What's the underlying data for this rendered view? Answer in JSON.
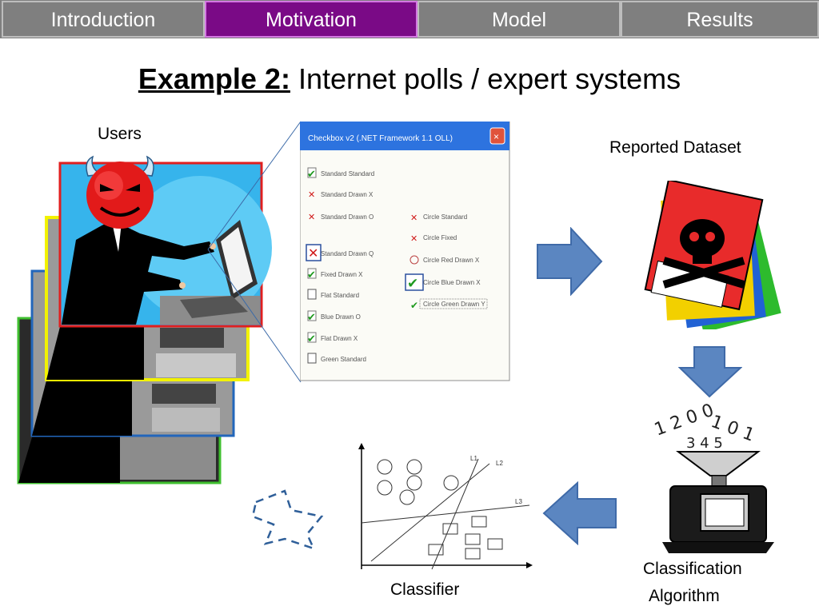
{
  "nav": {
    "tabs": [
      {
        "label": "Introduction",
        "active": false
      },
      {
        "label": "Motivation",
        "active": true
      },
      {
        "label": "Model",
        "active": false
      },
      {
        "label": "Results",
        "active": false
      }
    ],
    "active_color": "#7a0a86"
  },
  "slide": {
    "title_bold": "Example 2:",
    "title_rest": " Internet polls / expert systems"
  },
  "labels": {
    "users": "Users",
    "reported_dataset": "Reported Dataset",
    "classification_line1": "Classification",
    "classification_line2": "Algorithm",
    "classifier": "Classifier"
  },
  "checkbox_window": {
    "title": "Checkbox v2 (.NET Framework 1.1 OLL)",
    "left_items": [
      "Standard Standard",
      "Standard Drawn X",
      "Standard Drawn O",
      "Standard Drawn Q",
      "Fixed Drawn X",
      "Flat Standard",
      "Blue Drawn O",
      "Flat Drawn X",
      "Green Standard"
    ],
    "right_items": [
      "Circle Standard",
      "Circle Fixed",
      "Circle Red Drawn X",
      "Circle Blue Drawn X",
      "Circle Green Drawn Y"
    ]
  },
  "classifier_plot": {
    "line_labels": [
      "L1",
      "L2",
      "L3"
    ]
  },
  "icons": [
    "devil-face-icon",
    "floppy-disk-skull-icon",
    "computer-numbers-icon",
    "arrow-right-icon",
    "arrow-down-icon",
    "arrow-left-icon"
  ]
}
